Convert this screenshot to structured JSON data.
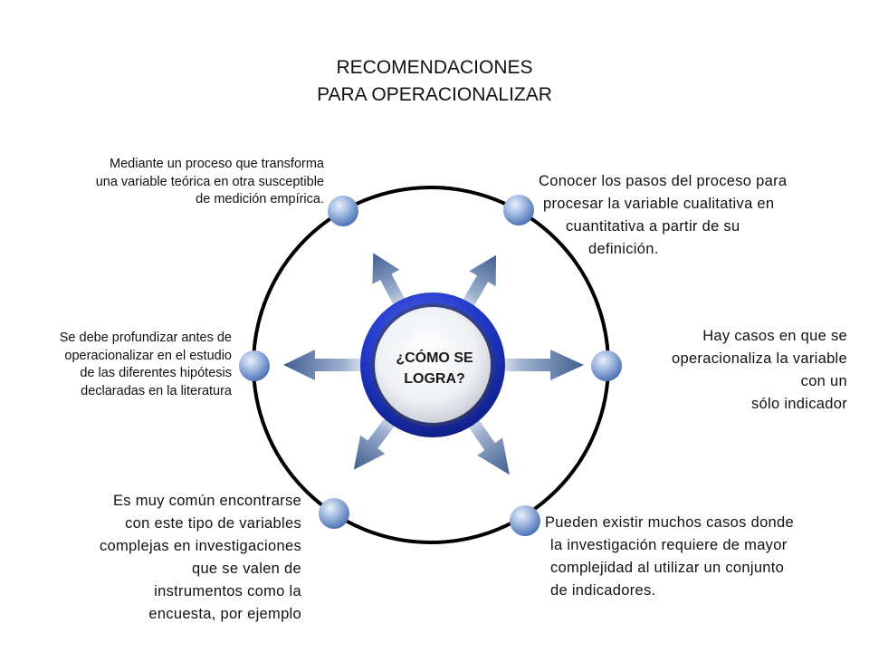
{
  "title": {
    "line1": "RECOMENDACIONES",
    "line2": "PARA OPERACIONALIZAR"
  },
  "center": {
    "line1": "¿CÓMO SE",
    "line2": "LOGRA?"
  },
  "notes": {
    "top_left": [
      "Mediante un proceso que transforma",
      "una variable teórica en otra susceptible",
      "de medición empírica."
    ],
    "top_right": [
      "Conocer los pasos del proceso para",
      "procesar la variable cualitativa en",
      "cuantitativa a partir de su",
      "definición."
    ],
    "mid_left": [
      "Se debe profundizar antes de",
      "operacionalizar en el estudio",
      "de las diferentes hipótesis",
      "declaradas en la literatura"
    ],
    "mid_right": [
      "Hay casos en que se",
      "operacionaliza la variable",
      "con un",
      "sólo indicador"
    ],
    "bottom_left": [
      "Es muy común encontrarse",
      "con este tipo de variables",
      "complejas en investigaciones",
      "que se valen de",
      "instrumentos como la",
      "encuesta, por ejemplo"
    ],
    "bottom_right": [
      "Pueden existir muchos casos donde",
      "la investigación requiere de mayor",
      "complejidad  al utilizar un conjunto",
      "de indicadores."
    ]
  },
  "colors": {
    "ring": "#000000",
    "hub_blue": "#1a2fb5",
    "node_blue": "#5f84c6",
    "arrow": "#4b6591"
  }
}
